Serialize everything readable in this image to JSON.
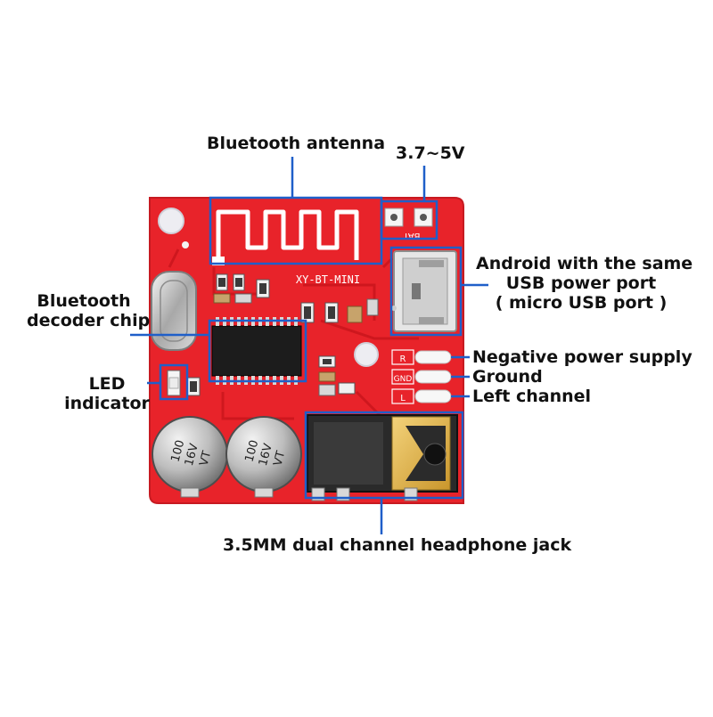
{
  "labels": {
    "bluetooth_antenna": "Bluetooth antenna",
    "voltage": "3.7~5V",
    "usb_port": [
      "Android with the same",
      "USB power port",
      "( micro USB port )"
    ],
    "decoder_chip": [
      "Bluetooth",
      "decoder chip"
    ],
    "led": [
      "LED",
      "indicator"
    ],
    "negative_supply": "Negative power supply",
    "ground": "Ground",
    "left_channel": "Left channel",
    "headphone_jack": "3.5MM dual channel headphone jack"
  },
  "board": {
    "model": "XY-BT-MINI",
    "bat_marking": "BAT",
    "pad_labels": [
      "R",
      "GND",
      "L"
    ],
    "capacitor_marking": [
      "100",
      "16V",
      "VT"
    ]
  },
  "colors": {
    "pcb": "#e8232a",
    "pcb_dark": "#b5141b",
    "annotation": "#1f5fc9",
    "silkscreen": "#ffffff"
  }
}
